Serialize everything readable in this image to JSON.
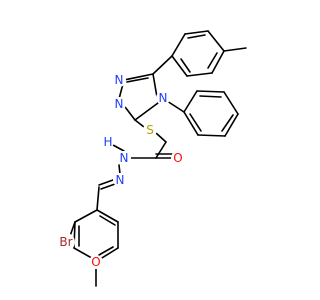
{
  "molecule": {
    "atoms": {
      "n_triazole_1": {
        "label": "N",
        "color": "#1f3fff"
      },
      "n_triazole_2": {
        "label": "N",
        "color": "#1f3fff"
      },
      "n_triazole_4": {
        "label": "N",
        "color": "#1f3fff"
      },
      "s_thioether": {
        "label": "S",
        "color": "#b8a000"
      },
      "o_carbonyl": {
        "label": "O",
        "color": "#ff0d0d"
      },
      "h_amide": {
        "label": "H",
        "color": "#1f3fff"
      },
      "n_amide": {
        "label": "N",
        "color": "#1f3fff"
      },
      "n_imine": {
        "label": "N",
        "color": "#1f3fff"
      },
      "br": {
        "label": "Br",
        "color": "#a62929"
      },
      "o_methoxy": {
        "label": "O",
        "color": "#ff0d0d"
      }
    }
  }
}
